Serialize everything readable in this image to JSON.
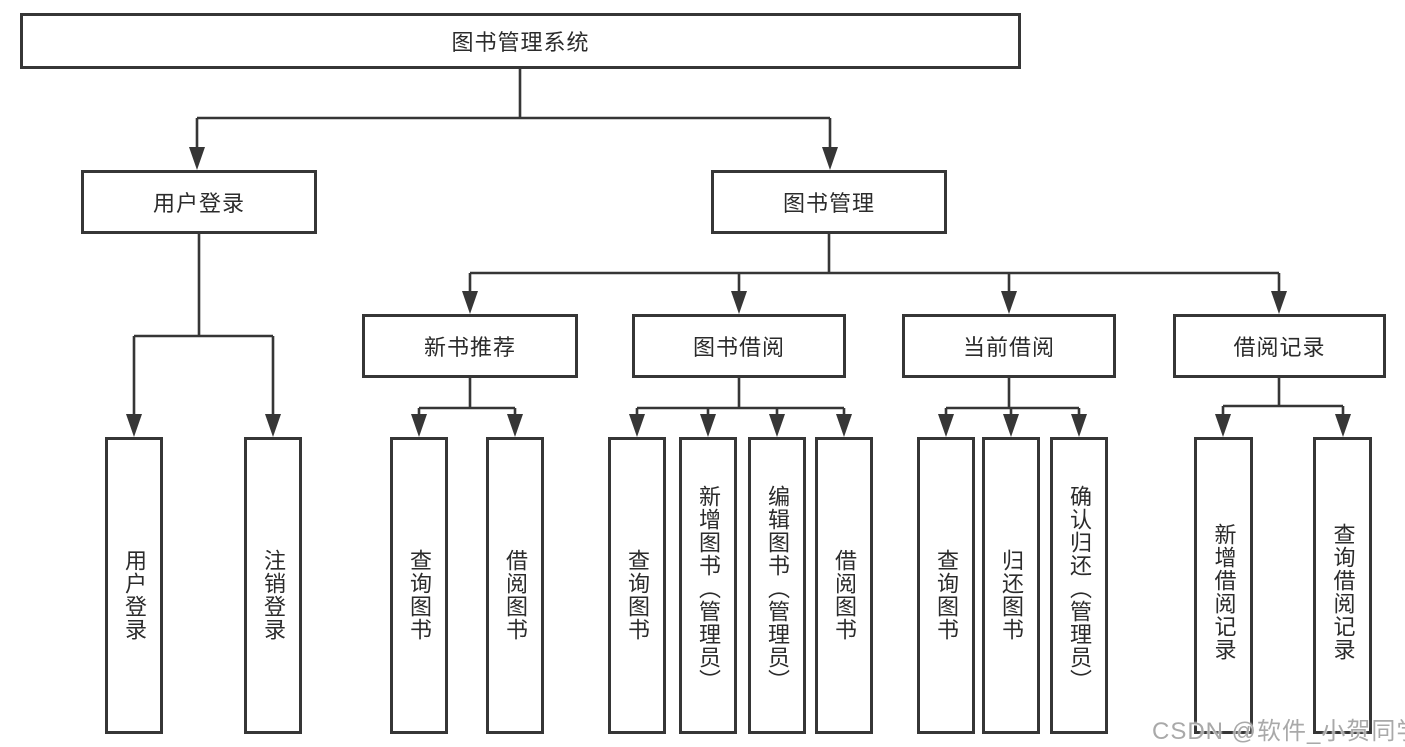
{
  "tree": {
    "root": "图书管理系统",
    "children": [
      {
        "label": "用户登录",
        "children": [
          "用户登录",
          "注销登录"
        ]
      },
      {
        "label": "图书管理",
        "children": [
          {
            "label": "新书推荐",
            "children": [
              "查询图书",
              "借阅图书"
            ]
          },
          {
            "label": "图书借阅",
            "children": [
              "查询图书",
              "新增图书（管理员）",
              "编辑图书（管理员）",
              "借阅图书"
            ]
          },
          {
            "label": "当前借阅",
            "children": [
              "查询图书",
              "归还图书",
              "确认归还（管理员）"
            ]
          },
          {
            "label": "借阅记录",
            "children": [
              "新增借阅记录",
              "查询借阅记录"
            ]
          }
        ]
      }
    ]
  },
  "watermark": {
    "text": "CSDN @软件_小贺同学"
  },
  "colors": {
    "line": "#363636",
    "box_border": "#363636",
    "text": "#2b2b2b",
    "background": "#ffffff",
    "watermark": "#a9a9a9"
  }
}
